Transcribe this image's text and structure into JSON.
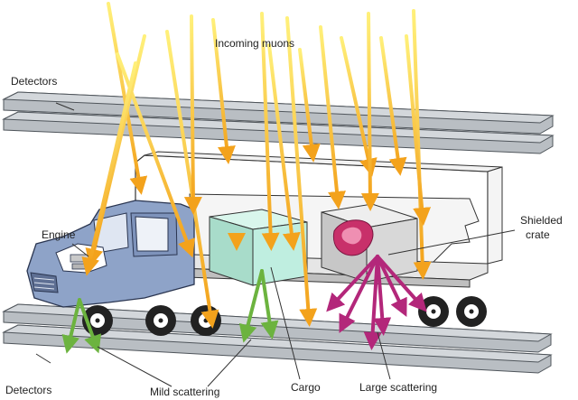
{
  "labels": {
    "incoming": "Incoming muons",
    "detectors_top": "Detectors",
    "detectors_bottom": "Detectors",
    "engine": "Engine",
    "shielded_line1": "Shielded",
    "shielded_line2": "crate",
    "cargo": "Cargo",
    "mild": "Mild scattering",
    "large": "Large scattering"
  },
  "colors": {
    "muon": "#f3a21c",
    "muon_light": "#fff07a",
    "mild": "#6cb33f",
    "large": "#b3277a",
    "plate": "#9aa0a6",
    "cab": "#8ea3c8",
    "cargo": "#bfeee0",
    "crate": "#d8d8d8",
    "material": "#c8306a"
  }
}
